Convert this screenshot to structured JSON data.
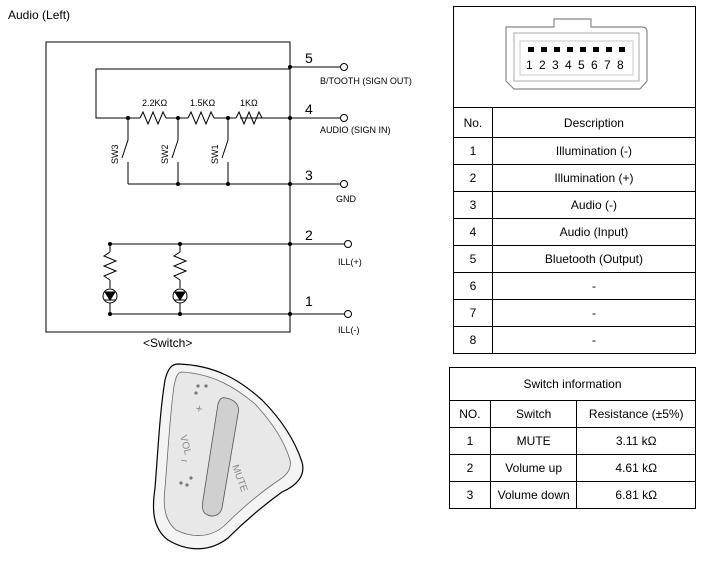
{
  "title": "Audio (Left)",
  "circuit": {
    "caption": "<Switch>",
    "pins": [
      {
        "num": "5",
        "label": "B/TOOTH (SIGN OUT)"
      },
      {
        "num": "4",
        "label": "AUDIO (SIGN IN)"
      },
      {
        "num": "3",
        "label": "GND"
      },
      {
        "num": "2",
        "label": "ILL(+)"
      },
      {
        "num": "1",
        "label": "ILL(-)"
      }
    ],
    "resistors": [
      "2.2KΩ",
      "1.5KΩ",
      "1KΩ"
    ],
    "switches": [
      "SW3",
      "SW2",
      "SW1"
    ]
  },
  "switch_picture": {
    "plus": "+",
    "vol": "VOL",
    "minus": "−",
    "mute": "MUTE"
  },
  "connector": {
    "pin_numbers": [
      "1",
      "2",
      "3",
      "4",
      "5",
      "6",
      "7",
      "8"
    ]
  },
  "pin_table": {
    "headers": [
      "No.",
      "Description"
    ],
    "rows": [
      [
        "1",
        "Illumination (-)"
      ],
      [
        "2",
        "Illumination (+)"
      ],
      [
        "3",
        "Audio (-)"
      ],
      [
        "4",
        "Audio (Input)"
      ],
      [
        "5",
        "Bluetooth (Output)"
      ],
      [
        "6",
        "-"
      ],
      [
        "7",
        "-"
      ],
      [
        "8",
        "-"
      ]
    ]
  },
  "switch_table": {
    "title": "Switch information",
    "headers": [
      "NO.",
      "Switch",
      "Resistance (±5%)"
    ],
    "rows": [
      [
        "1",
        "MUTE",
        "3.11 kΩ"
      ],
      [
        "2",
        "Volume up",
        "4.61 kΩ"
      ],
      [
        "3",
        "Volume down",
        "6.81 kΩ"
      ]
    ]
  }
}
